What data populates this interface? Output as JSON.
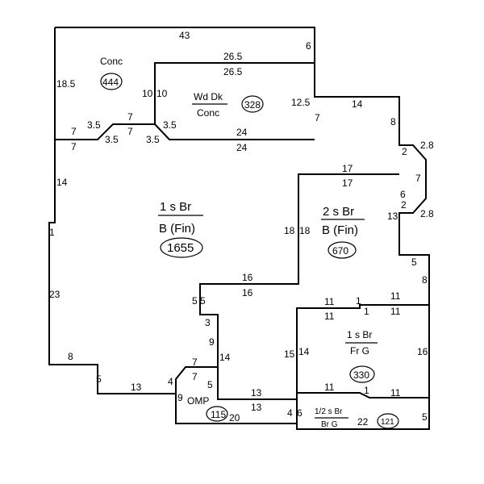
{
  "areas": [
    {
      "label": "Conc",
      "sub": "",
      "value": "444"
    },
    {
      "label": "Wd Dk",
      "sub": "Conc",
      "value": "328"
    },
    {
      "label": "1 s Br",
      "sub": "B (Fin)",
      "value": "1655"
    },
    {
      "label": "2 s Br",
      "sub": "B (Fin)",
      "value": "670"
    },
    {
      "label": "1 s Br",
      "sub": "Fr G",
      "value": "330"
    },
    {
      "label": "OMP",
      "sub": "",
      "value": "115"
    },
    {
      "label": "1/2 s Br",
      "sub": "Br G",
      "value": "121"
    }
  ],
  "dims": [
    "43",
    "6",
    "26.5",
    "26.5",
    "18.5",
    "10",
    "10",
    "12.5",
    "14",
    "7",
    "3.5",
    "7",
    "3.5",
    "7",
    "3.5",
    "7",
    "3.5",
    "24",
    "24",
    "8",
    "2",
    "2.8",
    "7",
    "2.8",
    "2",
    "6",
    "13",
    "17",
    "17",
    "14",
    "18",
    "18",
    "1",
    "16",
    "16",
    "5",
    "8",
    "5",
    "5",
    "11",
    "1",
    "11",
    "11",
    "1",
    "11",
    "3",
    "9",
    "23",
    "14",
    "15",
    "14",
    "16",
    "7",
    "7",
    "5",
    "8",
    "5",
    "13",
    "4",
    "9",
    "13",
    "13",
    "4",
    "6",
    "11",
    "1",
    "11",
    "20",
    "22",
    "5"
  ]
}
